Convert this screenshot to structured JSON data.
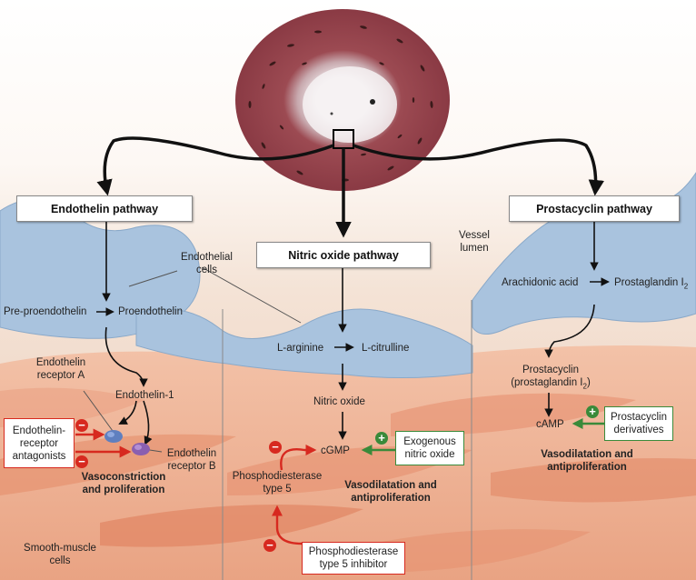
{
  "pathways": {
    "endothelin": "Endothelin pathway",
    "nitric_oxide": "Nitric oxide pathway",
    "prostacyclin": "Prostacyclin pathway"
  },
  "labels": {
    "vessel_lumen": "Vessel\nlumen",
    "endothelial_cells": "Endothelial\ncells",
    "pre_proendothelin": "Pre-proendothelin",
    "proendothelin": "Proendothelin",
    "endothelin_receptor_a": "Endothelin\nreceptor A",
    "endothelin_1": "Endothelin-1",
    "endothelin_receptor_b": "Endothelin\nreceptor B",
    "endothelin_receptor_antagonists": "Endothelin-\nreceptor\nantagonists",
    "vasoconstriction": "Vasoconstriction\nand proliferation",
    "smooth_muscle_cells": "Smooth-muscle\ncells",
    "l_arginine": "L-arginine",
    "l_citrulline": "L-citrulline",
    "nitric_oxide": "Nitric oxide",
    "cgmp": "cGMP",
    "exogenous_no": "Exogenous\nnitric oxide",
    "pde5": "Phosphodiesterase\ntype 5",
    "vasodilatation_antiproliferation_no": "Vasodilatation and\nantiproliferation",
    "pde5_inhibitor": "Phosphodiesterase\ntype 5 inhibitor",
    "arachidonic_acid": "Arachidonic acid",
    "prostaglandin_i2": "Prostaglandin I",
    "prostaglandin_i2_sub": "2",
    "prostacyclin": "Prostacyclin",
    "prostacyclin_pg_prefix": "(prostaglandin I",
    "prostacyclin_pg_sub": "2",
    "prostacyclin_pg_suffix": ")",
    "camp": "cAMP",
    "prostacyclin_derivatives": "Prostacyclin\nderivatives",
    "vasodilatation_antiproliferation_pc": "Vasodilatation and\nantiproliferation"
  },
  "signs": {
    "minus": "−",
    "plus": "+"
  },
  "colors": {
    "inhibit_red": "#d7291f",
    "stimulate_green": "#3a8a3a",
    "endothelium_blue": "#a9c3de",
    "smooth_muscle": "#e08a68"
  }
}
